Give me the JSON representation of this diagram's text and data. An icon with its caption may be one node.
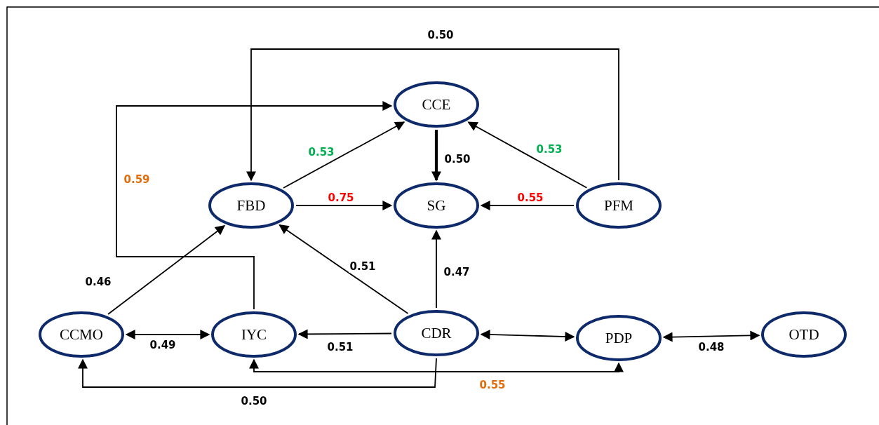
{
  "diagram": {
    "nodes": [
      {
        "text": [
          "CCE"
        ]
      },
      {
        "text": [
          "FBD"
        ]
      },
      {
        "text": [
          "SG"
        ]
      },
      {
        "text": [
          "PFM"
        ]
      },
      {
        "text": [
          "CCMO"
        ]
      },
      {
        "text": [
          "IYC"
        ]
      },
      {
        "text": [
          "CDR"
        ]
      },
      {
        "text": [
          "PDP"
        ]
      },
      {
        "text": [
          "OTD"
        ]
      }
    ],
    "edges": [
      {
        "from": 3,
        "to": 1,
        "arrow": "to",
        "label": "0.50"
      },
      {
        "from": 5,
        "to": 0,
        "arrow": "to",
        "label": "0.59"
      },
      {
        "from": 1,
        "to": 0,
        "arrow": "to",
        "label": "0.53"
      },
      {
        "from": 0,
        "to": 2,
        "arrow": "to",
        "label": "0.50",
        "style": "thick"
      },
      {
        "from": 3,
        "to": 0,
        "arrow": "to",
        "label": "0.53"
      },
      {
        "from": 1,
        "to": 2,
        "arrow": "to",
        "label": "0.75"
      },
      {
        "from": 3,
        "to": 2,
        "arrow": "to",
        "label": "0.55"
      },
      {
        "from": 4,
        "to": 1,
        "arrow": "to",
        "label": "0.46"
      },
      {
        "from": 6,
        "to": 1,
        "arrow": "to",
        "label": "0.51"
      },
      {
        "from": 6,
        "to": 2,
        "arrow": "to",
        "label": "0.47"
      },
      {
        "from": 4,
        "to": 5,
        "arrow": "both",
        "label": "0.49"
      },
      {
        "from": 6,
        "to": 5,
        "arrow": "to",
        "label": "0.51"
      },
      {
        "from": 6,
        "to": 7,
        "arrow": "both"
      },
      {
        "from": 7,
        "to": 8,
        "arrow": "both",
        "label": "0.48"
      },
      {
        "from": 6,
        "to": 4,
        "arrow": "to",
        "label": "0.50"
      },
      {
        "from": 5,
        "to": 7,
        "arrow": "both",
        "label": "0.55"
      }
    ]
  }
}
